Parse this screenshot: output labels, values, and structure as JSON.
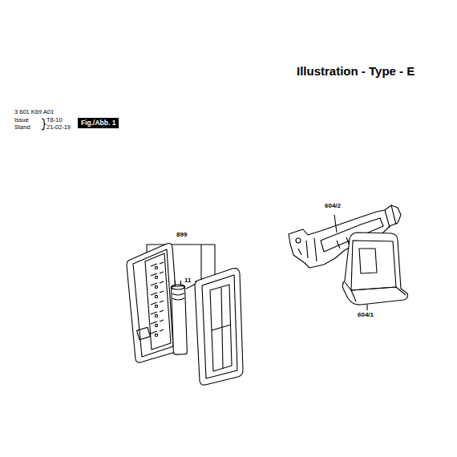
{
  "diagram": {
    "title": "Illustration - Type - E",
    "labels": [
      "3 601 K69 A01",
      "Issue",
      "T8-10",
      "Stand",
      "21-02-19",
      "Fig./Abb. 1",
      "899",
      "11",
      "604/2",
      "604/1"
    ]
  }
}
